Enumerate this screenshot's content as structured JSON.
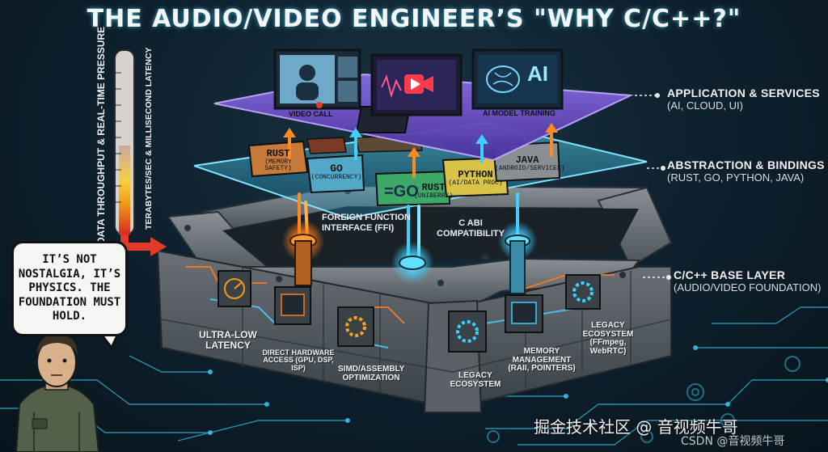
{
  "title": "THE AUDIO/VIDEO ENGINEER’S \"WHY C/C++?\"",
  "gauge": {
    "label_main": "DATA THROUGHPUT & REAL-TIME PRESSURE",
    "label_sub": "TERABYTES/SEC & MILLISECOND LATENCY"
  },
  "layers": {
    "application": {
      "title": "APPLICATION & SERVICES",
      "subtitle": "(AI, CLOUD, UI)",
      "panels": {
        "video_call": "VIDEO CALL",
        "ai_training": "AI MODEL TRAINING",
        "ai_screen": "AI"
      }
    },
    "abstraction": {
      "title": "ABSTRACTION & BINDINGS",
      "subtitle": "(RUST, GO, PYTHON, JAVA)",
      "blocks": [
        {
          "name": "RUST",
          "sub": "(MEMORY SAFETY)"
        },
        {
          "name": "GO",
          "sub": "(CONCURRENCY)"
        },
        {
          "name": "RUST",
          "sub": "(UNIBERRY)"
        },
        {
          "name": "PYTHON",
          "sub": "(AI/DATA PROC)"
        },
        {
          "name": "JAVA",
          "sub": "(ANDROID/SERVICES)"
        }
      ],
      "go_logo": "=GO"
    },
    "base": {
      "title": "C/C++ BASE LAYER",
      "subtitle": "(AUDIO/VIDEO FOUNDATION)",
      "ffi": "FOREIGN FUNCTION INTERFACE (FFI)",
      "abi": "C ABI COMPATIBILITY",
      "stones": [
        "ULTRA-LOW LATENCY",
        "DIRECT HARDWARE ACCESS (GPU, DSP, ISP)",
        "SIMD/ASSEMBLY OPTIMIZATION",
        "LEGACY ECOSYSTEM",
        "MEMORY MANAGEMENT (RAII, POINTERS)",
        "LEGACY ECOSYSTEM (FFmpeg, WebRTC)"
      ]
    }
  },
  "speech_bubble": "IT’S NOT NOSTALGIA, IT’S PHYSICS. THE FOUNDATION MUST HOLD.",
  "watermark": {
    "line1": "掘金技术社区 @ 音视频牛哥",
    "line2": "CSDN @音视频牛哥"
  },
  "colors": {
    "accent_cyan": "#3fd0ff",
    "accent_orange": "#ff8a1e",
    "plane_purple": "#6b4fc4",
    "stone_gray": "#6d7378",
    "arrow_red": "#e23a2a"
  }
}
